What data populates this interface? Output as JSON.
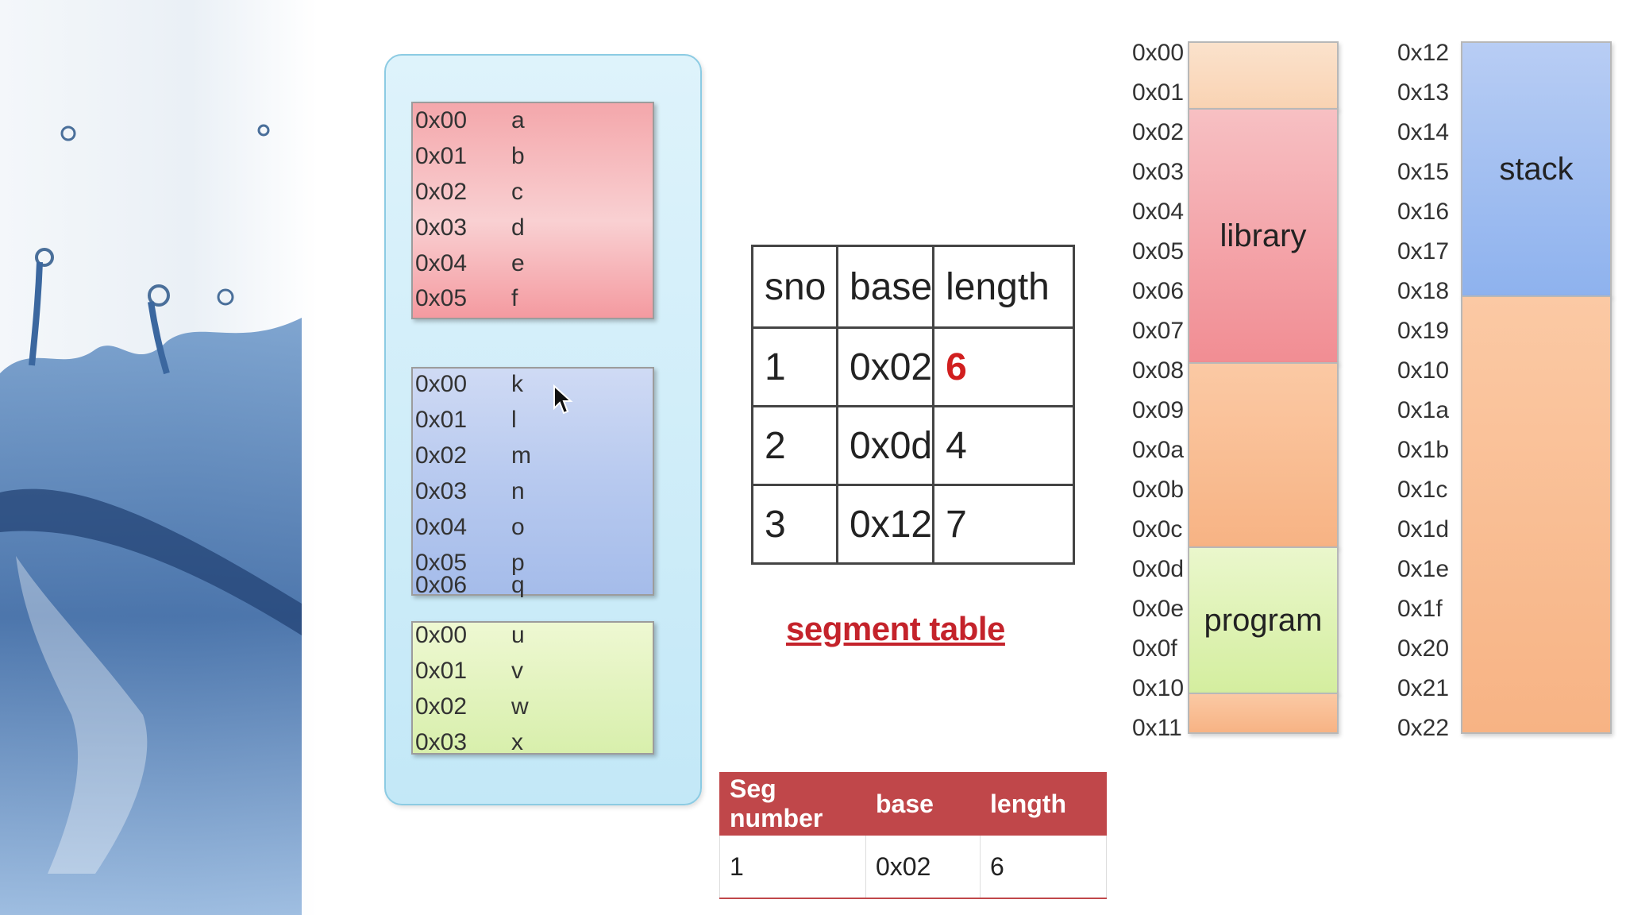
{
  "segments": [
    {
      "color": "#f4a7ab",
      "rows": [
        {
          "addr": "0x00",
          "val": "a"
        },
        {
          "addr": "0x01",
          "val": "b"
        },
        {
          "addr": "0x02",
          "val": "c"
        },
        {
          "addr": "0x03",
          "val": "d"
        },
        {
          "addr": "0x04",
          "val": "e"
        },
        {
          "addr": "0x05",
          "val": "f"
        }
      ]
    },
    {
      "color": "#b7c9ef",
      "rows": [
        {
          "addr": "0x00",
          "val": "k"
        },
        {
          "addr": "0x01",
          "val": "l"
        },
        {
          "addr": "0x02",
          "val": "m"
        },
        {
          "addr": "0x03",
          "val": "n"
        },
        {
          "addr": "0x04",
          "val": "o"
        },
        {
          "addr": "0x05",
          "val": "p"
        },
        {
          "addr": "0x06",
          "val": "q"
        }
      ]
    },
    {
      "color": "#d8efac",
      "rows": [
        {
          "addr": "0x00",
          "val": "u"
        },
        {
          "addr": "0x01",
          "val": "v"
        },
        {
          "addr": "0x02",
          "val": "w"
        },
        {
          "addr": "0x03",
          "val": "x"
        }
      ]
    }
  ],
  "segment_table": {
    "headers": [
      "sno",
      "base",
      "length"
    ],
    "rows": [
      [
        "1",
        "0x02",
        "6"
      ],
      [
        "2",
        "0x0d",
        "4"
      ],
      [
        "3",
        "0x12",
        "7"
      ]
    ],
    "highlight_color": "#d11f1f"
  },
  "segment_table_title": "segment table",
  "seg_table2": {
    "headers": [
      "Seg number",
      "base",
      "length"
    ],
    "rows": [
      [
        "1",
        "0x02",
        "6"
      ]
    ],
    "header_color": "#c0474a"
  },
  "memory_left": {
    "addresses": [
      "0x00",
      "0x01",
      "0x02",
      "0x03",
      "0x04",
      "0x05",
      "0x06",
      "0x07",
      "0x08",
      "0x09",
      "0x0a",
      "0x0b",
      "0x0c",
      "0x0d",
      "0x0e",
      "0x0f",
      "0x10",
      "0x11"
    ],
    "blocks": [
      {
        "label": "",
        "type": "free-light"
      },
      {
        "label": "library",
        "type": "lib"
      },
      {
        "label": "",
        "type": "free-orange"
      },
      {
        "label": "program",
        "type": "prog"
      },
      {
        "label": "",
        "type": "free-orange"
      }
    ]
  },
  "memory_right": {
    "addresses": [
      "0x12",
      "0x13",
      "0x14",
      "0x15",
      "0x16",
      "0x17",
      "0x18",
      "0x19",
      "0x10",
      "0x1a",
      "0x1b",
      "0x1c",
      "0x1d",
      "0x1e",
      "0x1f",
      "0x20",
      "0x21",
      "0x22"
    ],
    "blocks": [
      {
        "label": "stack",
        "type": "stack"
      },
      {
        "label": "",
        "type": "free-orange"
      }
    ]
  }
}
